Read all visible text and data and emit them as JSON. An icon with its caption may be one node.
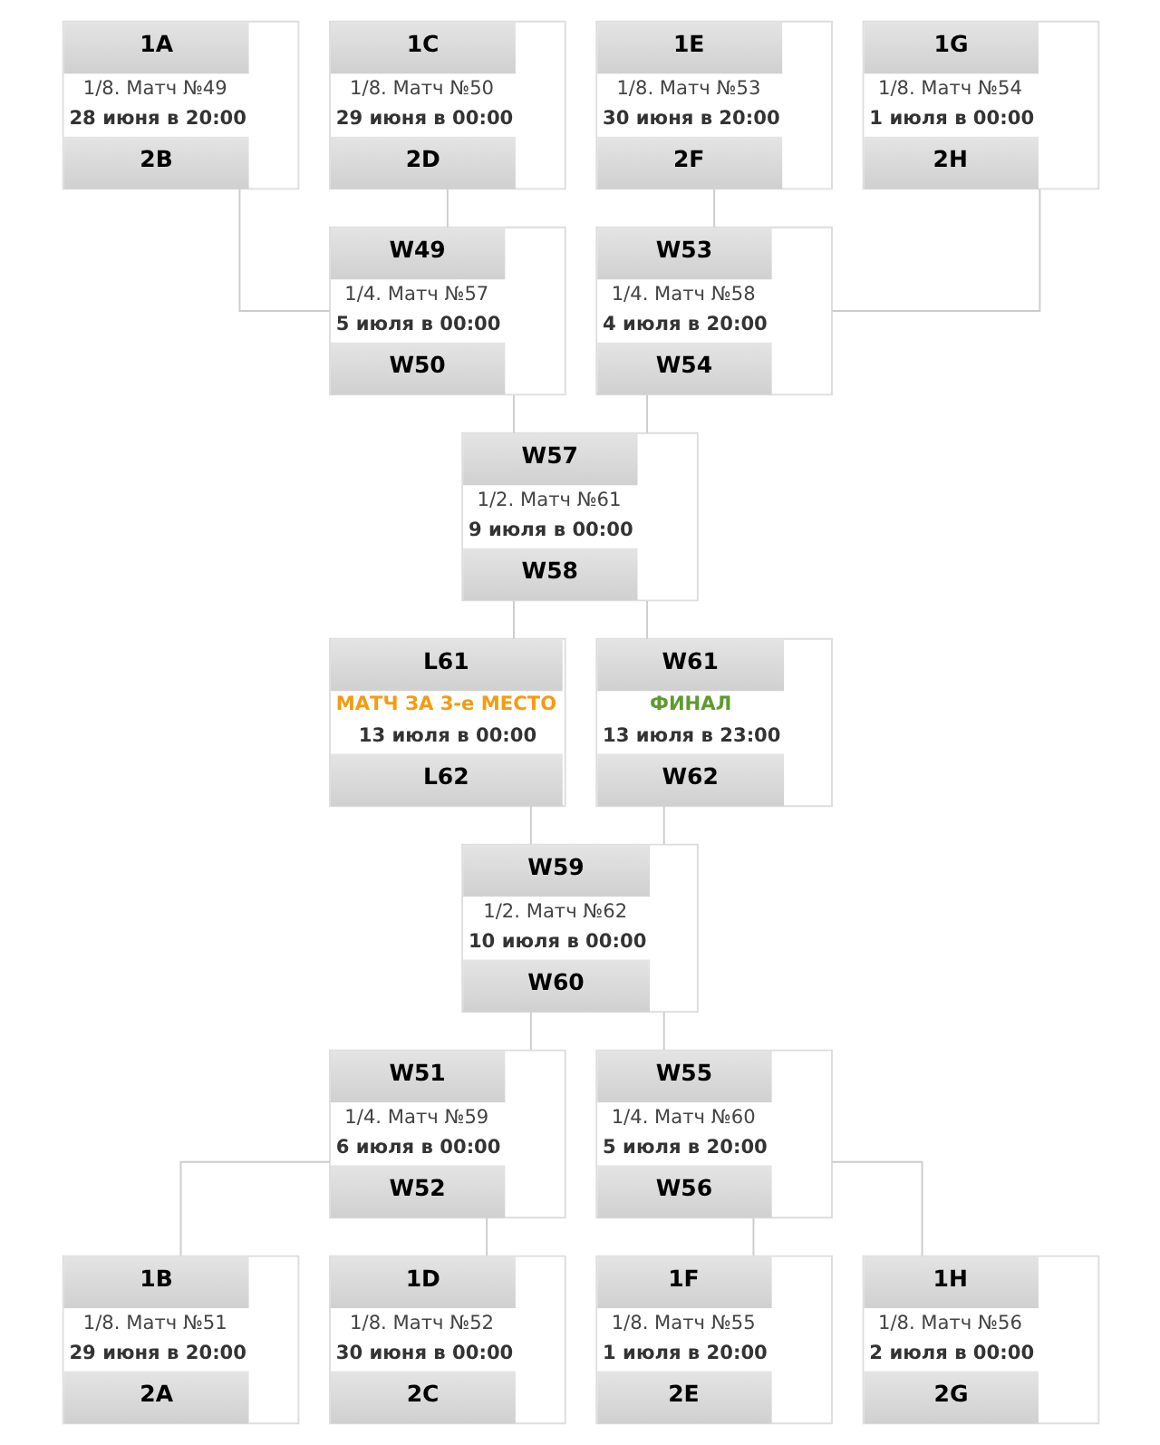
{
  "diagram": {
    "nodes": [
      {
        "text": [
          "1A",
          "1/8. Матч №49",
          "28 июня в 20:00",
          "2B"
        ]
      },
      {
        "text": [
          "1C",
          "1/8. Матч №50",
          "29 июня в 00:00",
          "2D"
        ]
      },
      {
        "text": [
          "1E",
          "1/8. Матч №53",
          "30 июня в 20:00",
          "2F"
        ]
      },
      {
        "text": [
          "1G",
          "1/8. Матч №54",
          "1 июля в 00:00",
          "2H"
        ]
      },
      {
        "text": [
          "W49",
          "1/4. Матч №57",
          "5 июля в 00:00",
          "W50"
        ]
      },
      {
        "text": [
          "W53",
          "1/4. Матч №58",
          "4 июля в 20:00",
          "W54"
        ]
      },
      {
        "text": [
          "W57",
          "1/2. Матч №61",
          "9 июля в 00:00",
          "W58"
        ]
      },
      {
        "text": [
          "L61",
          "МАТЧ ЗА 3-е МЕСТО",
          "13 июля в 00:00",
          "L62"
        ]
      },
      {
        "text": [
          "W61",
          "ФИНАЛ",
          "13 июля в 23:00",
          "W62"
        ]
      },
      {
        "text": [
          "W59",
          "1/2. Матч №62",
          "10 июля в 00:00",
          "W60"
        ]
      },
      {
        "text": [
          "W51",
          "1/4. Матч №59",
          "6 июля в 00:00",
          "W52"
        ]
      },
      {
        "text": [
          "W55",
          "1/4. Матч №60",
          "5 июля в 20:00",
          "W56"
        ]
      },
      {
        "text": [
          "1B",
          "1/8. Матч №51",
          "29 июня в 20:00",
          "2A"
        ]
      },
      {
        "text": [
          "1D",
          "1/8. Матч №52",
          "30 июня в 00:00",
          "2C"
        ]
      },
      {
        "text": [
          "1F",
          "1/8. Матч №55",
          "1 июля в 20:00",
          "2E"
        ]
      },
      {
        "text": [
          "1H",
          "1/8. Матч №56",
          "2 июля в 00:00",
          "2G"
        ]
      }
    ],
    "edges": [
      {
        "from": 0,
        "to": 4,
        "arrow": "none"
      },
      {
        "from": 1,
        "to": 4,
        "arrow": "none"
      },
      {
        "from": 2,
        "to": 5,
        "arrow": "none"
      },
      {
        "from": 3,
        "to": 5,
        "arrow": "none"
      },
      {
        "from": 4,
        "to": 6,
        "arrow": "none"
      },
      {
        "from": 5,
        "to": 6,
        "arrow": "none"
      },
      {
        "from": 6,
        "to": 7,
        "arrow": "none"
      },
      {
        "from": 6,
        "to": 8,
        "arrow": "none"
      },
      {
        "from": 9,
        "to": 7,
        "arrow": "none"
      },
      {
        "from": 9,
        "to": 8,
        "arrow": "none"
      },
      {
        "from": 10,
        "to": 9,
        "arrow": "none"
      },
      {
        "from": 11,
        "to": 9,
        "arrow": "none"
      },
      {
        "from": 12,
        "to": 10,
        "arrow": "none"
      },
      {
        "from": 13,
        "to": 10,
        "arrow": "none"
      },
      {
        "from": 14,
        "to": 11,
        "arrow": "none"
      },
      {
        "from": 15,
        "to": 11,
        "arrow": "none"
      }
    ]
  }
}
